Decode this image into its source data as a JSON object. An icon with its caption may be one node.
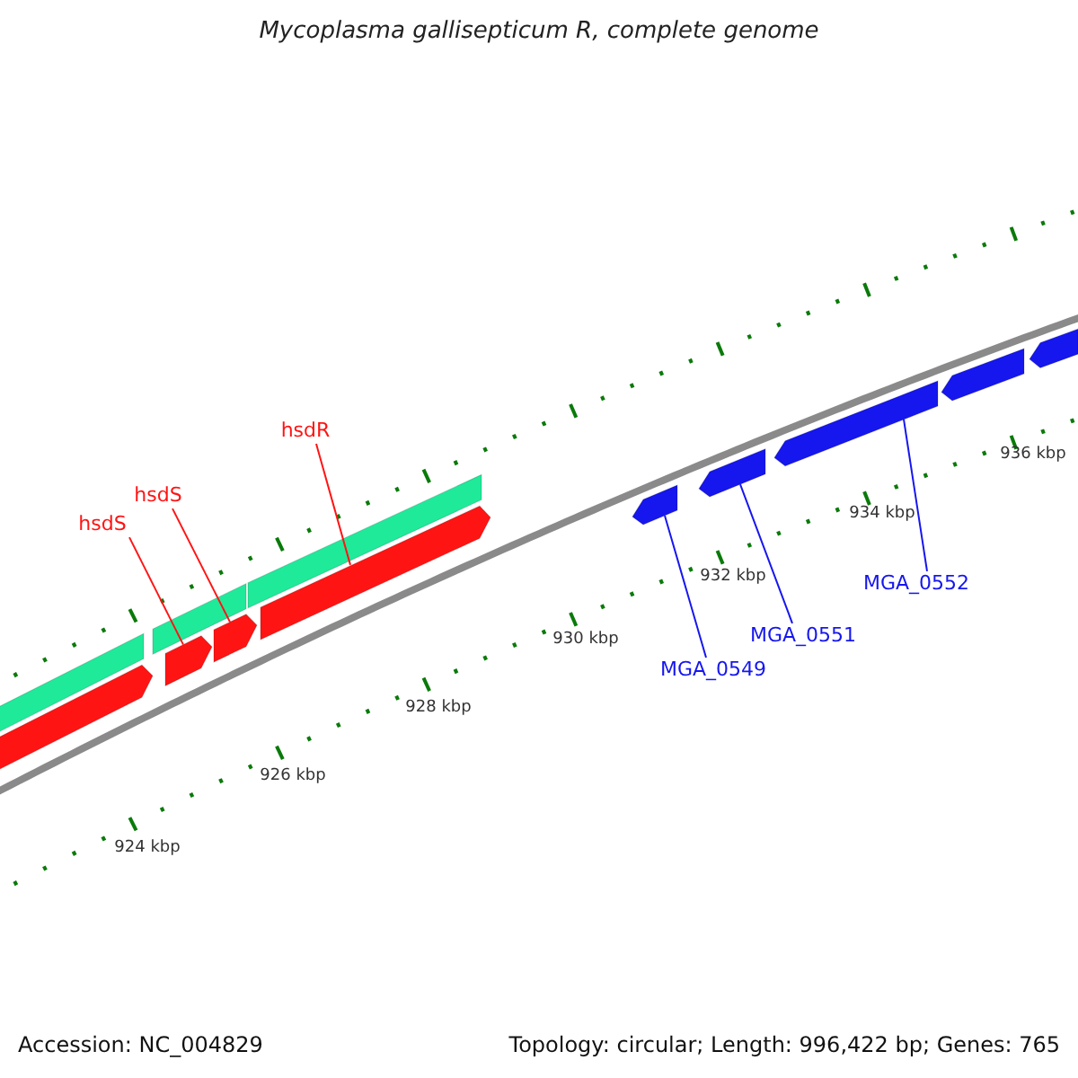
{
  "diagram": {
    "title": "Mycoplasma gallisepticum R, complete genome",
    "nodes": [
      {
        "text": [
          "hsdS"
        ]
      },
      {
        "text": [
          "hsdS"
        ]
      },
      {
        "text": [
          "hsdR"
        ]
      },
      {
        "text": [
          "MGA_0549"
        ]
      },
      {
        "text": [
          "MGA_0551"
        ]
      },
      {
        "text": [
          "MGA_0552"
        ]
      },
      {
        "text": [],
        "shape": "bar"
      },
      {
        "text": [],
        "shape": "bar"
      },
      {
        "text": [],
        "shape": "bar"
      },
      {
        "text": [],
        "shape": "arrow"
      },
      {
        "text": [],
        "shape": "arrow"
      },
      {
        "text": [],
        "shape": "arrow"
      },
      {
        "text": [],
        "shape": "arrow"
      },
      {
        "text": [],
        "shape": "arrow"
      },
      {
        "text": [],
        "shape": "arrow"
      },
      {
        "text": [],
        "shape": "arrow"
      },
      {
        "text": [],
        "shape": "arrow"
      },
      {
        "text": [],
        "shape": "arrow"
      }
    ],
    "edges": [
      {
        "from": 0,
        "to": 10,
        "arrow": "none",
        "color": "#ff1414"
      },
      {
        "from": 1,
        "to": 11,
        "arrow": "none",
        "color": "#ff1414"
      },
      {
        "from": 2,
        "to": 12,
        "arrow": "none",
        "color": "#ff1414"
      },
      {
        "from": 3,
        "to": 13,
        "arrow": "none",
        "color": "#1616ee"
      },
      {
        "from": 4,
        "to": 14,
        "arrow": "none",
        "color": "#1616ee"
      },
      {
        "from": 5,
        "to": 15,
        "arrow": "none",
        "color": "#1616ee"
      }
    ],
    "labels": [
      "924 kbp",
      "926 kbp",
      "928 kbp",
      "930 kbp",
      "932 kbp",
      "934 kbp",
      "936 kbp",
      "Accession: NC_004829",
      "Topology: circular; Length: 996,422 bp; Genes: 765"
    ]
  }
}
